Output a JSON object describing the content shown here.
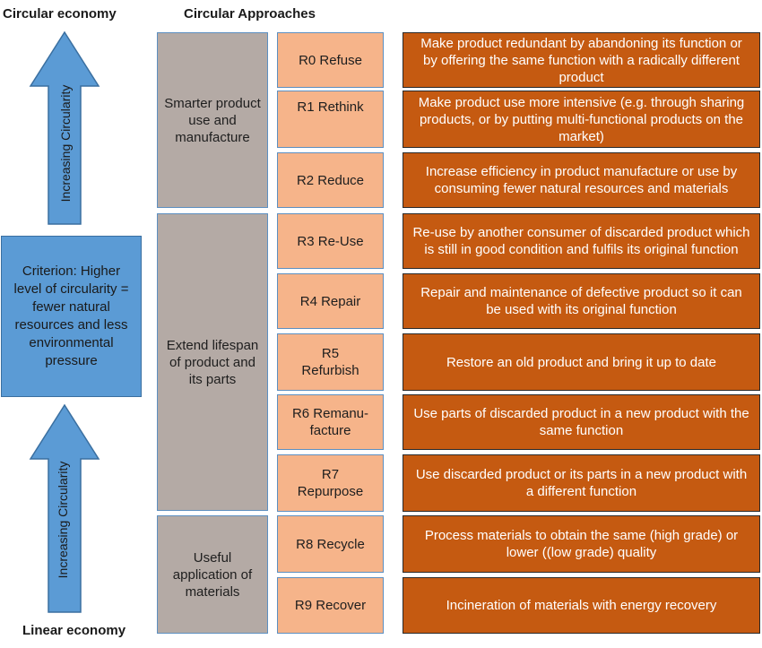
{
  "headers": {
    "circular_economy": "Circular economy",
    "circular_approaches": "Circular Approaches",
    "linear_economy": "Linear economy"
  },
  "arrows": {
    "top_label": "Increasing Circularity",
    "bottom_label": "Increasing Circularity",
    "color": "#5b9bd5"
  },
  "criterion": {
    "text": "Criterion: Higher level of circularity = fewer natural resources and less environmental pressure"
  },
  "groups": [
    {
      "label": "Smarter product use and manufacture"
    },
    {
      "label": "Extend lifespan of product and its parts"
    },
    {
      "label": "Useful application of materials"
    }
  ],
  "strategies": [
    {
      "code": "R0 Refuse",
      "description": "Make product redundant by abandoning its function or by offering the same function with a radically different product"
    },
    {
      "code": "R1 Rethink",
      "description": "Make product use more intensive (e.g. through sharing products, or by putting multi-functional products on the market)"
    },
    {
      "code": "R2 Reduce",
      "description": "Increase efficiency in product manufacture or use by consuming fewer natural resources and materials"
    },
    {
      "code": "R3 Re-Use",
      "description": "Re-use by another consumer of discarded product which is still in good condition and fulfils its original function"
    },
    {
      "code": "R4 Repair",
      "description": "Repair and maintenance of defective product so it can be used with its original function"
    },
    {
      "code": "R5 Refurbish",
      "description": "Restore an old product and bring it up to date"
    },
    {
      "code": "R6 Remanu-facture",
      "description": "Use parts of discarded product in a new product with the same function"
    },
    {
      "code": "R7 Repurpose",
      "description": "Use discarded product or its parts in a new product with a different function"
    },
    {
      "code": "R8 Recycle",
      "description": "Process materials to obtain the same (high grade) or lower ((low grade) quality"
    },
    {
      "code": "R9 Recover",
      "description": "Incineration of materials with energy recovery"
    }
  ],
  "colors": {
    "group_fill": "#b4aaa5",
    "strategy_fill": "#f6b48a",
    "description_fill": "#c55a11",
    "criterion_fill": "#5b9bd5"
  }
}
